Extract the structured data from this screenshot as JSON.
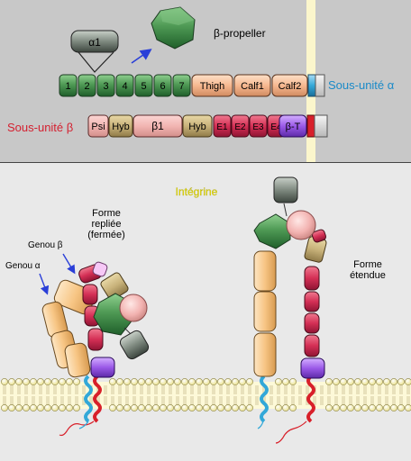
{
  "top": {
    "alpha1_label": "α1",
    "propeller_label": "β-propeller",
    "alpha_domains": [
      "1",
      "2",
      "3",
      "4",
      "5",
      "6",
      "7"
    ],
    "thigh": "Thigh",
    "calf1": "Calf1",
    "calf2": "Calf2",
    "alpha_subunit": "Sous-unité α",
    "beta_subunit": "Sous-unité β",
    "psi": "Psi",
    "hyb_left": "Hyb",
    "beta1": "β1",
    "hyb_right": "Hyb",
    "egf": [
      "E1",
      "E2",
      "E3",
      "E4"
    ],
    "beta_t": "β-T"
  },
  "bottom": {
    "title": "Intégrine",
    "folded": [
      "Forme",
      "repliée",
      "(fermée)"
    ],
    "extended": [
      "Forme",
      "étendue"
    ],
    "knee_beta": "Genou β",
    "knee_alpha": "Genou α"
  },
  "colors": {
    "background": "#c8c8c8",
    "lower_background": "#e9e9e9",
    "membrane_strip": "#fbf6cc",
    "alpha_green": "#4f9a55",
    "thigh_calf": "#f6b890",
    "beta_domain": "#f2b5b2",
    "hybrid": "#c8b27a",
    "egf_red": "#d42f55",
    "beta_tail": "#9b59e8",
    "alpha_leg": "#f7c584",
    "helix_alpha": "#33a8d8",
    "helix_beta": "#d8202a",
    "arrow": "#2a3fd8"
  }
}
